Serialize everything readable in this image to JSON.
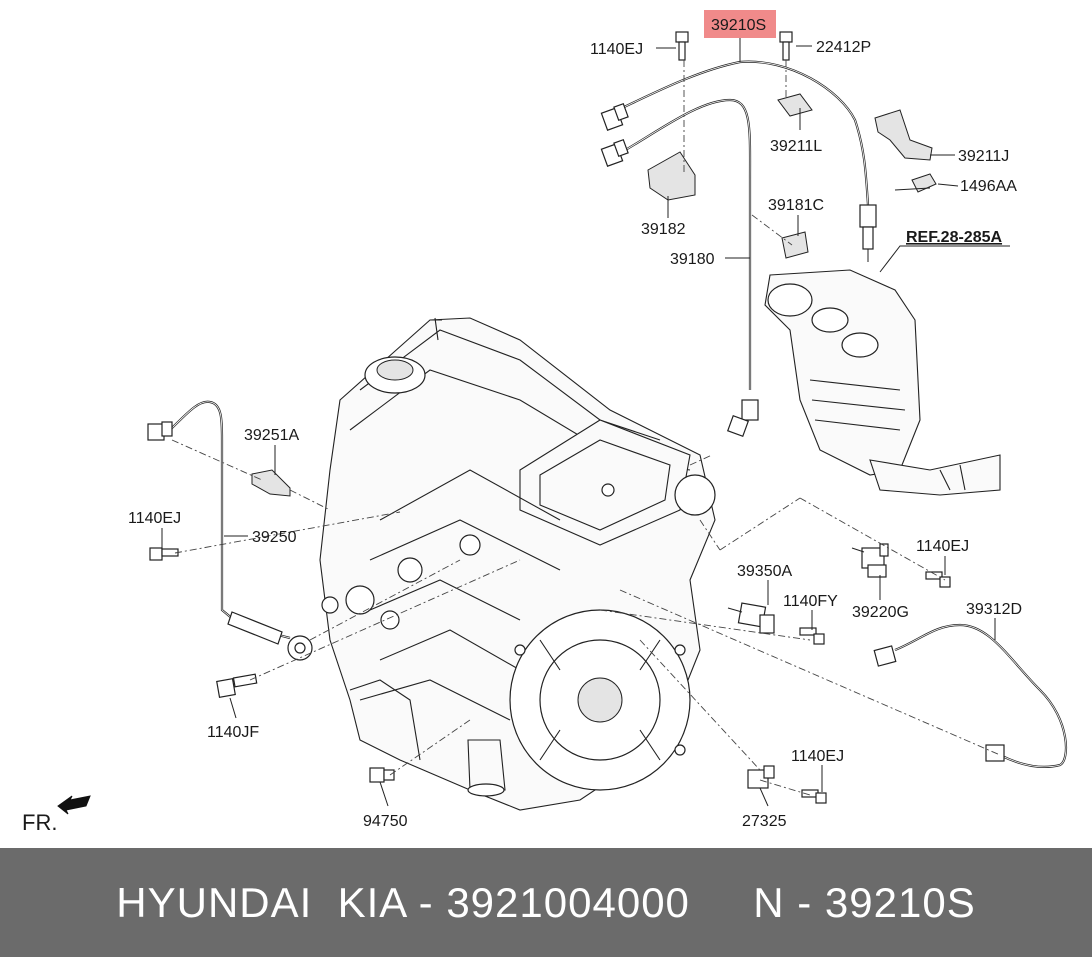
{
  "diagram": {
    "highlight_color": "#f08a8a",
    "highlighted_part": "39210S",
    "labels": {
      "p39210S": "39210S",
      "p1140EJ_top": "1140EJ",
      "p22412P": "22412P",
      "p39211L": "39211L",
      "p39211J": "39211J",
      "p1496AA": "1496AA",
      "p39182": "39182",
      "p39181C": "39181C",
      "p39180": "39180",
      "ref": "REF.28-285A",
      "p39251A": "39251A",
      "p1140EJ_left": "1140EJ",
      "p39250": "39250",
      "p1140JF": "1140JF",
      "p94750": "94750",
      "p39350A": "39350A",
      "p1140FY": "1140FY",
      "p1140EJ_right": "1140EJ",
      "p39220G": "39220G",
      "p39312D": "39312D",
      "p1140EJ_bottom": "1140EJ",
      "p27325": "27325",
      "fr": "FR."
    }
  },
  "footer": {
    "text": "HYUNDAI  KIA - 3921004000     N - 39210S",
    "background": "#6b6b6b"
  }
}
